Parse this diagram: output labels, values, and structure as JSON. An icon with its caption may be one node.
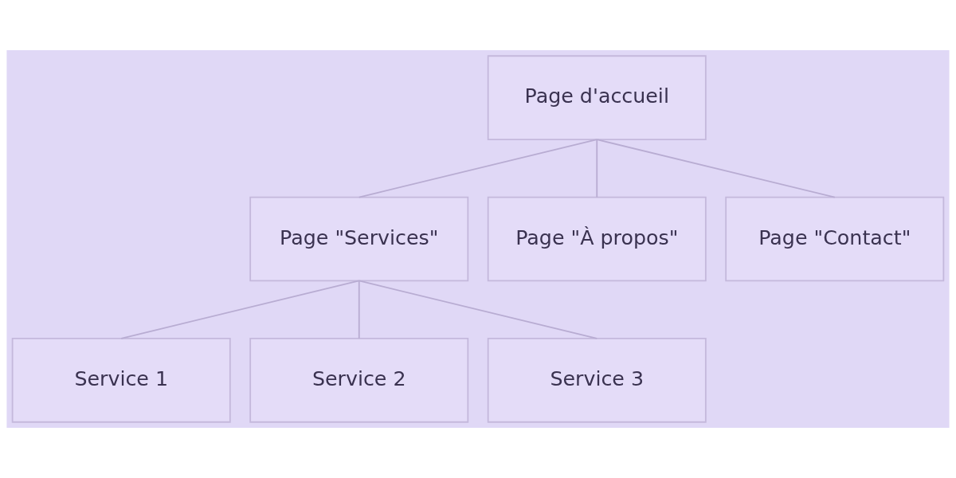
{
  "diagram": {
    "nodes": [
      {
        "text": [
          "Page d'accueil"
        ]
      },
      {
        "text": [
          "Page \"Services\""
        ]
      },
      {
        "text": [
          "Page \"À propos\""
        ]
      },
      {
        "text": [
          "Page \"Contact\""
        ]
      },
      {
        "text": [
          "Service 1"
        ]
      },
      {
        "text": [
          "Service 2"
        ]
      },
      {
        "text": [
          "Service 3"
        ]
      }
    ],
    "edges": [
      {
        "from": 0,
        "to": 1,
        "arrow": "none"
      },
      {
        "from": 0,
        "to": 2,
        "arrow": "none"
      },
      {
        "from": 0,
        "to": 3,
        "arrow": "none"
      },
      {
        "from": 1,
        "to": 4,
        "arrow": "none"
      },
      {
        "from": 1,
        "to": 5,
        "arrow": "none"
      },
      {
        "from": 1,
        "to": 6,
        "arrow": "none"
      }
    ]
  }
}
